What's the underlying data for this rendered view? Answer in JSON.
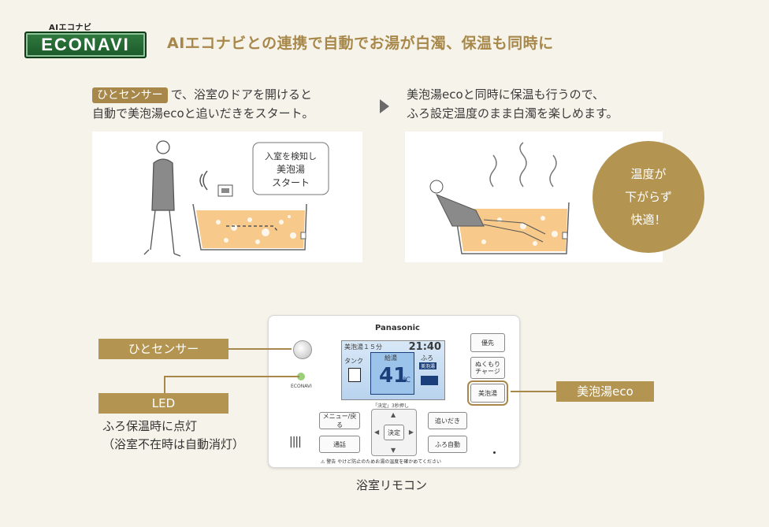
{
  "logo": {
    "small": "AIエコナビ",
    "main": "ECONAVI"
  },
  "headline": "AIエコナビとの連携で自動でお湯が白濁、保温も同時に",
  "left_text": {
    "tag": "ひとセンサー",
    "line1": "で、浴室のドアを開けると",
    "line2": "自動で美泡湯ecoと追いだきをスタート。"
  },
  "right_text": {
    "line1": "美泡湯ecoと同時に保温も行うので、",
    "line2": "ふろ設定温度のまま白濁を楽しめます。"
  },
  "bubble": {
    "l1": "入室を検知し",
    "l2": "美泡湯",
    "l3": "スタート"
  },
  "circle": {
    "l1": "温度が",
    "l2": "下がらず",
    "l3": "快適！"
  },
  "remote": {
    "brand": "Panasonic",
    "screen_top_left": "美泡湯１５分",
    "time": "21:40",
    "tank": "タンク",
    "kyuto": "給湯",
    "temp": "41",
    "unit": "℃",
    "furo": "ふろ",
    "furo_sub": "美泡湯",
    "econavi_label": "ECONAVI",
    "btn_yusen": "優先",
    "btn_nukumori1": "ぬくもり",
    "btn_nukumori2": "チャージ",
    "btn_biho": "美泡湯",
    "btn_menu": "メニュー/戻る",
    "btn_tsuwa": "通話",
    "btn_kettei": "決定",
    "btn_oidaki": "追いだき",
    "btn_furo_auto": "ふろ自動",
    "lock_note": "「決定」3秒押し",
    "warning": "警告",
    "warning_text": "やけど防止のためお湯の温度を確かめてください"
  },
  "callouts": {
    "hito": "ひとセンサー",
    "led": "LED",
    "led_desc1": "ふろ保温時に点灯",
    "led_desc2": "（浴室不在時は自動消灯）",
    "biho_eco": "美泡湯eco"
  },
  "caption": "浴室リモコン",
  "colors": {
    "gold": "#a8884a",
    "circle": "#b39451",
    "econavi_green": "#1c5a2a",
    "water": "#f7c98a"
  }
}
